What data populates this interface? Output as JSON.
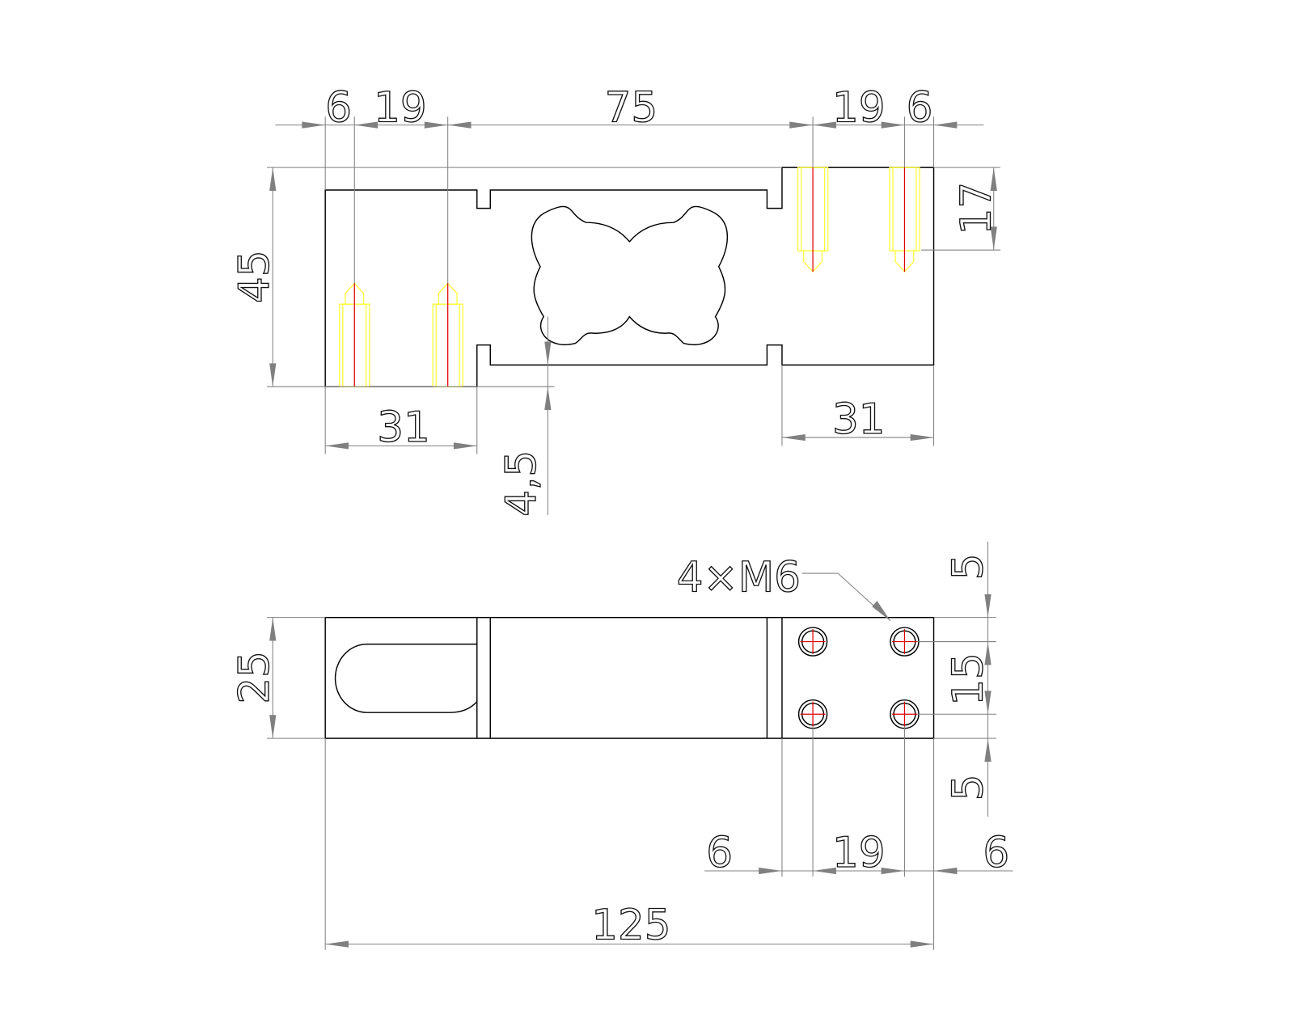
{
  "top_view": {
    "dims_top": [
      "6",
      "19",
      "75",
      "19",
      "6"
    ],
    "height": "45",
    "thread_depth": "17",
    "left_block": "31",
    "right_block": "31",
    "gap": "4,5"
  },
  "bottom_view": {
    "hole_callout": "4×M6",
    "width": "25",
    "right_dims": [
      "5",
      "15",
      "5"
    ],
    "bottom_dims": [
      "6",
      "19",
      "6"
    ],
    "length": "125"
  },
  "colors": {
    "outline": "#000000",
    "dimension": "#808080",
    "thread": "#ffff33",
    "centerline": "#e00000"
  }
}
